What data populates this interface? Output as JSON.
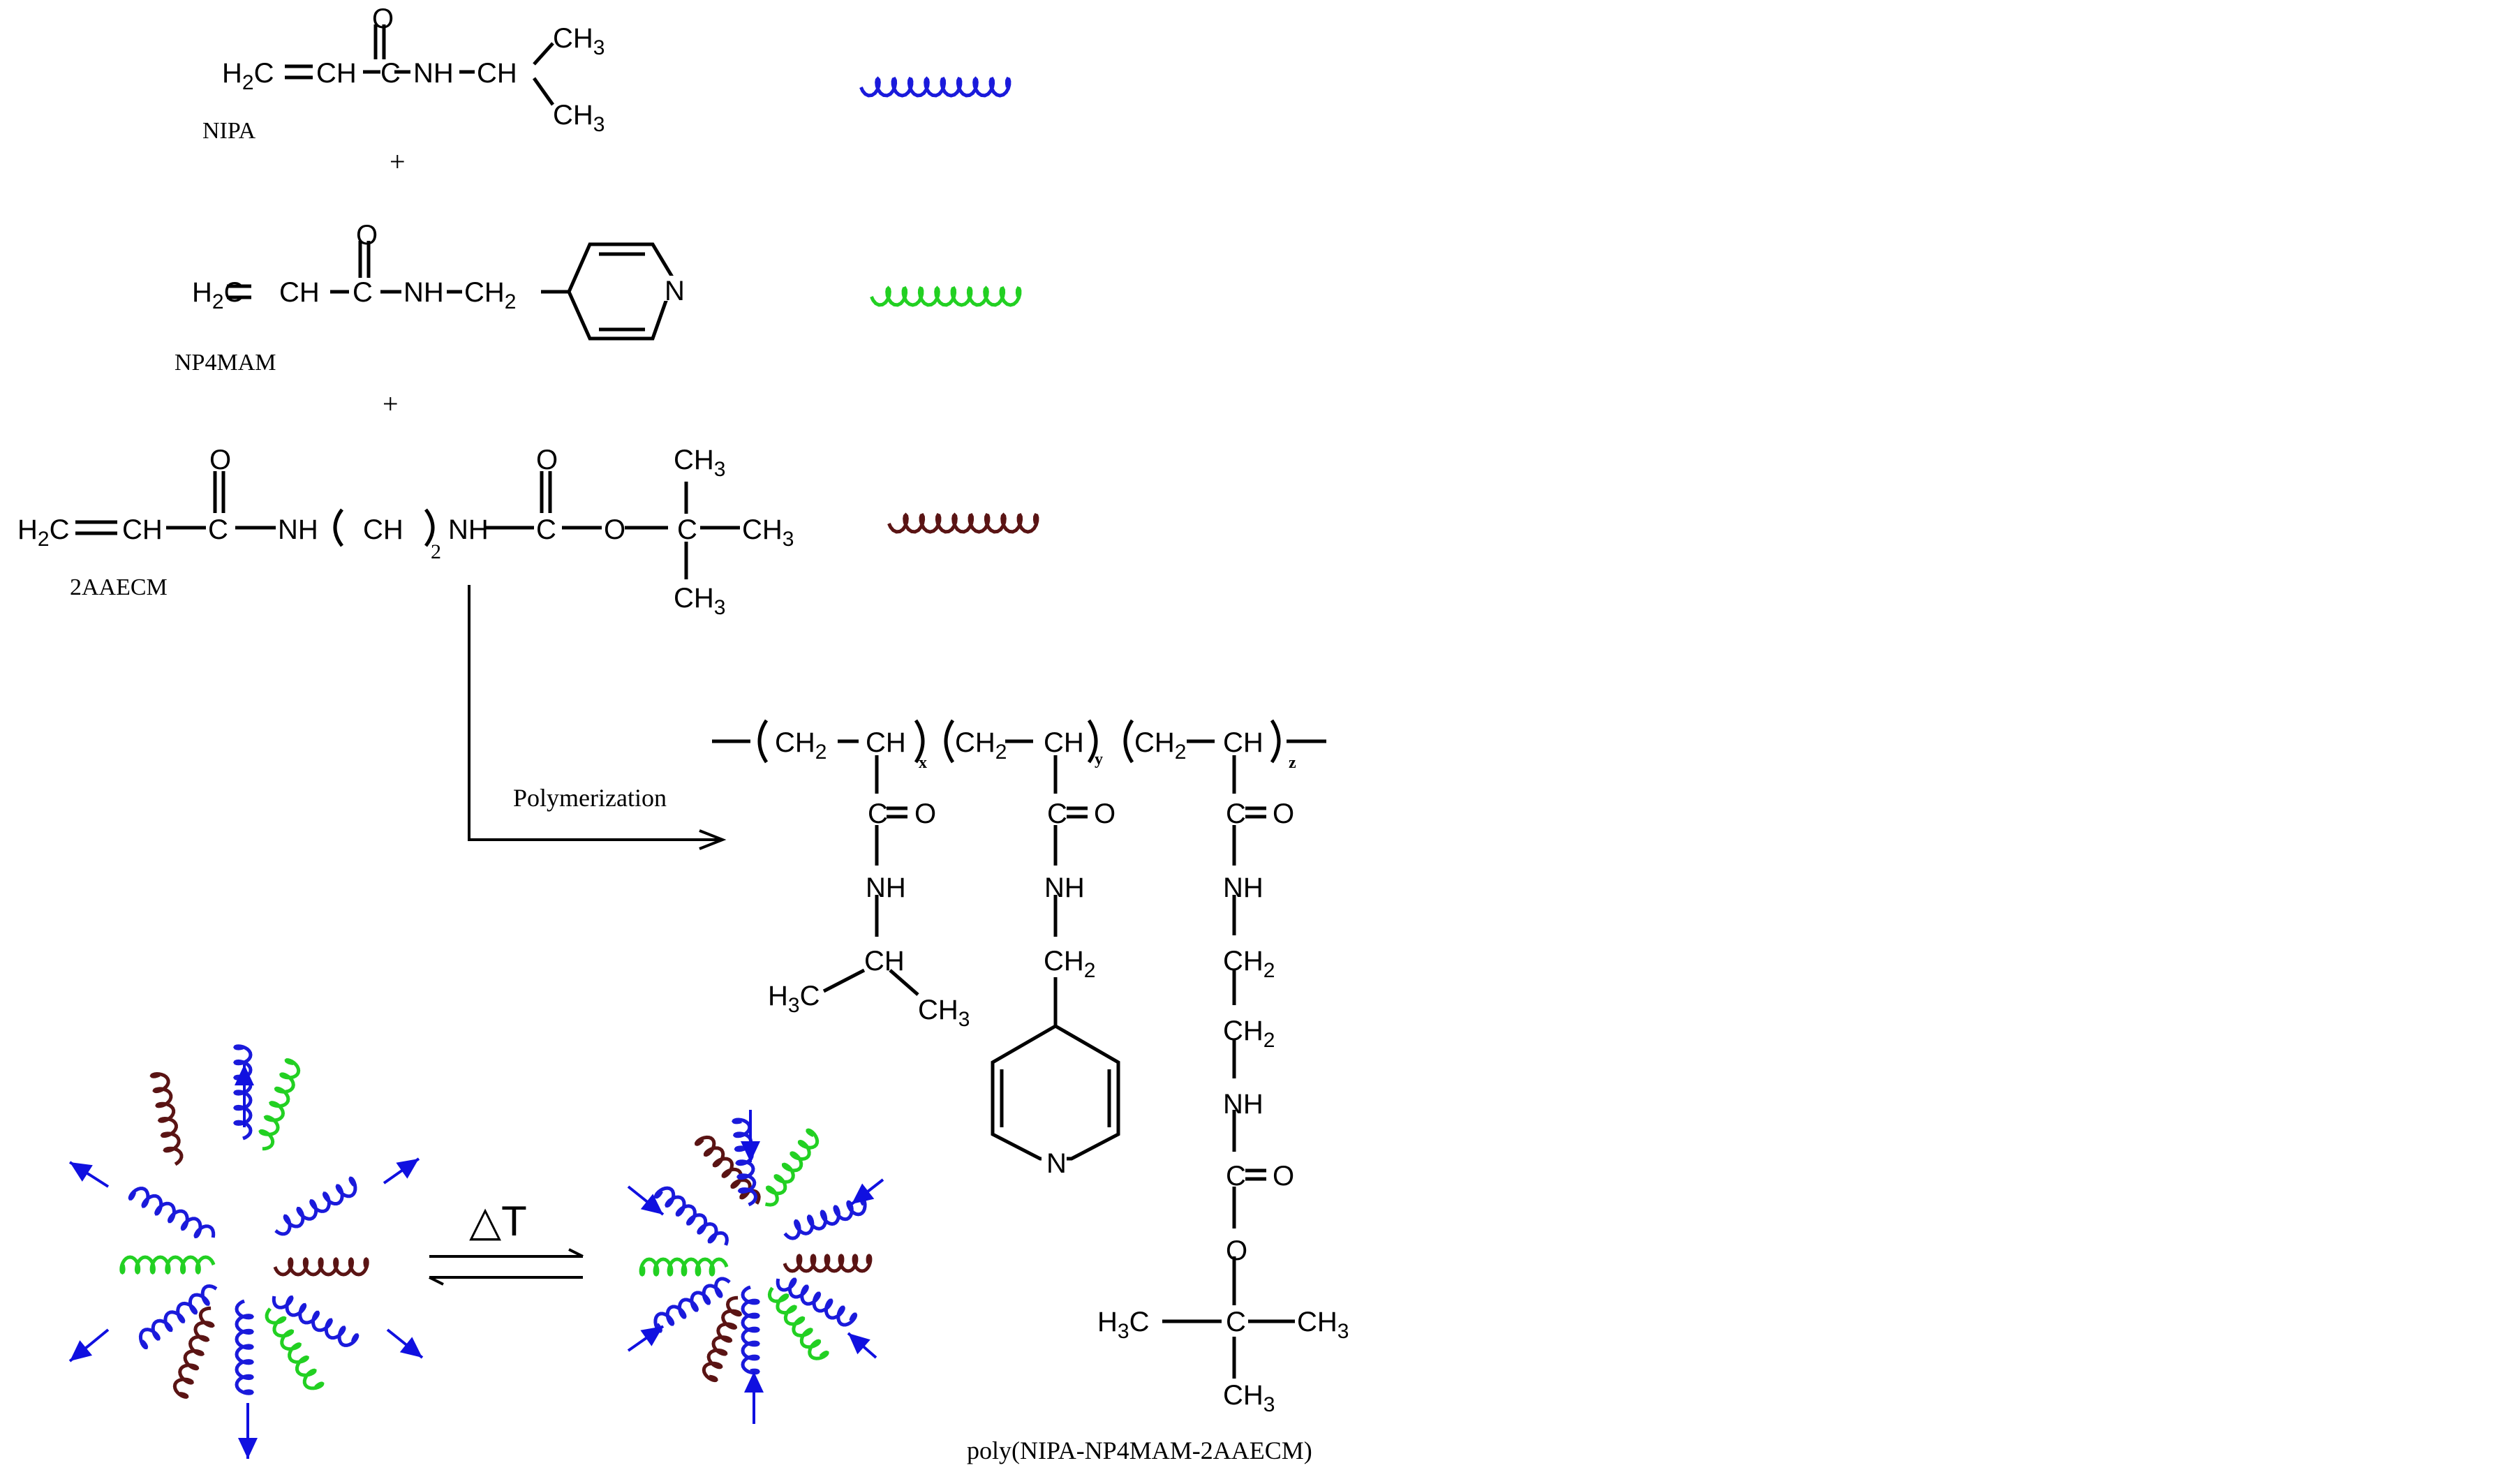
{
  "labels": {
    "nipa": "NIPA",
    "np4mam": "NP4MAM",
    "aaecm": "2AAECM",
    "plus": "+",
    "polymerization": "Polymerization",
    "delta_t": "△T",
    "polymer_name": "poly(NIPA-NP4MAM-2AAECM)"
  },
  "formula": {
    "H": "H",
    "C": "C",
    "O": "O",
    "N": "N",
    "NH": "NH",
    "CH": "CH",
    "CH3": "CH",
    "CH2": "CH",
    "sub2": "2",
    "sub3": "3",
    "x": "x",
    "y": "y",
    "z": "z"
  },
  "colors": {
    "nipa_chain": "#1a1adb",
    "np4mam_chain": "#22d022",
    "aaecm_chain": "#5a1414",
    "arrow": "#1010e0",
    "text": "#000000"
  }
}
